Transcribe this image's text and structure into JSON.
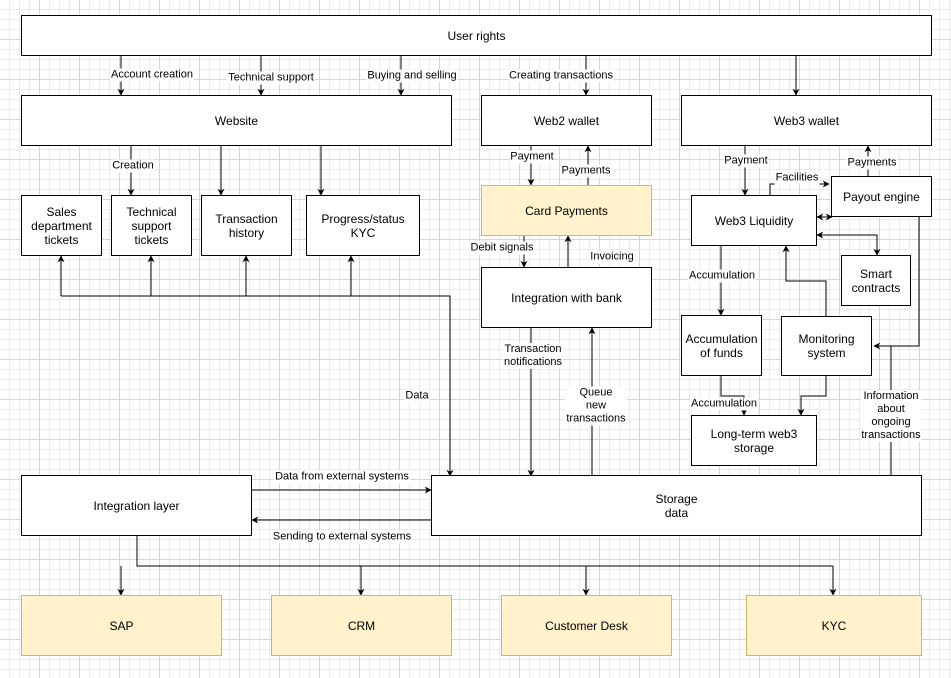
{
  "nodes": {
    "user_rights": "User rights",
    "website": "Website",
    "web2_wallet": "Web2 wallet",
    "web3_wallet": "Web3 wallet",
    "sales_tickets": "Sales\ndepartment\ntickets",
    "tech_tickets": "Technical\nsupport\ntickets",
    "tx_history": "Transaction\nhistory",
    "progress_kyc": "Progress/status\nKYC",
    "card_payments": "Card Payments",
    "bank_integration": "Integration with bank",
    "web3_liquidity": "Web3 Liquidity",
    "payout_engine": "Payout engine",
    "smart_contracts": "Smart\ncontracts",
    "accumulation_funds": "Accumulation\nof funds",
    "monitoring": "Monitoring\nsystem",
    "longterm_storage": "Long-term web3\nstorage",
    "integration_layer": "Integration layer",
    "storage": "Storage\ndata",
    "sap": "SAP",
    "crm": "CRM",
    "customer_desk": "Customer Desk",
    "kyc": "KYC"
  },
  "edge_labels": {
    "account_creation": "Account creation",
    "technical_support": "Technical support",
    "buying_selling": "Buying and selling",
    "creating_transactions": "Creating transactions",
    "creation": "Creation",
    "payment_web2": "Payment",
    "payments_web2": "Payments",
    "debit_signals": "Debit signals",
    "invoicing": "Invoicing",
    "tx_notifications": "Transaction\nnotifications",
    "queue_tx": "Queue\nnew\ntransactions",
    "data": "Data",
    "payment_web3": "Payment",
    "payments_web3": "Payments",
    "facilities": "Facilities",
    "accumulation_1": "Accumulation",
    "accumulation_2": "Accumulation",
    "info_ongoing": "Information about\nongoing\ntransactions",
    "data_from_external": "Data from external systems",
    "sending_to_external": "Sending to external systems"
  },
  "colors": {
    "stroke": "#000000",
    "yellow_fill": "#fff2cc",
    "yellow_stroke": "#d6b656"
  }
}
